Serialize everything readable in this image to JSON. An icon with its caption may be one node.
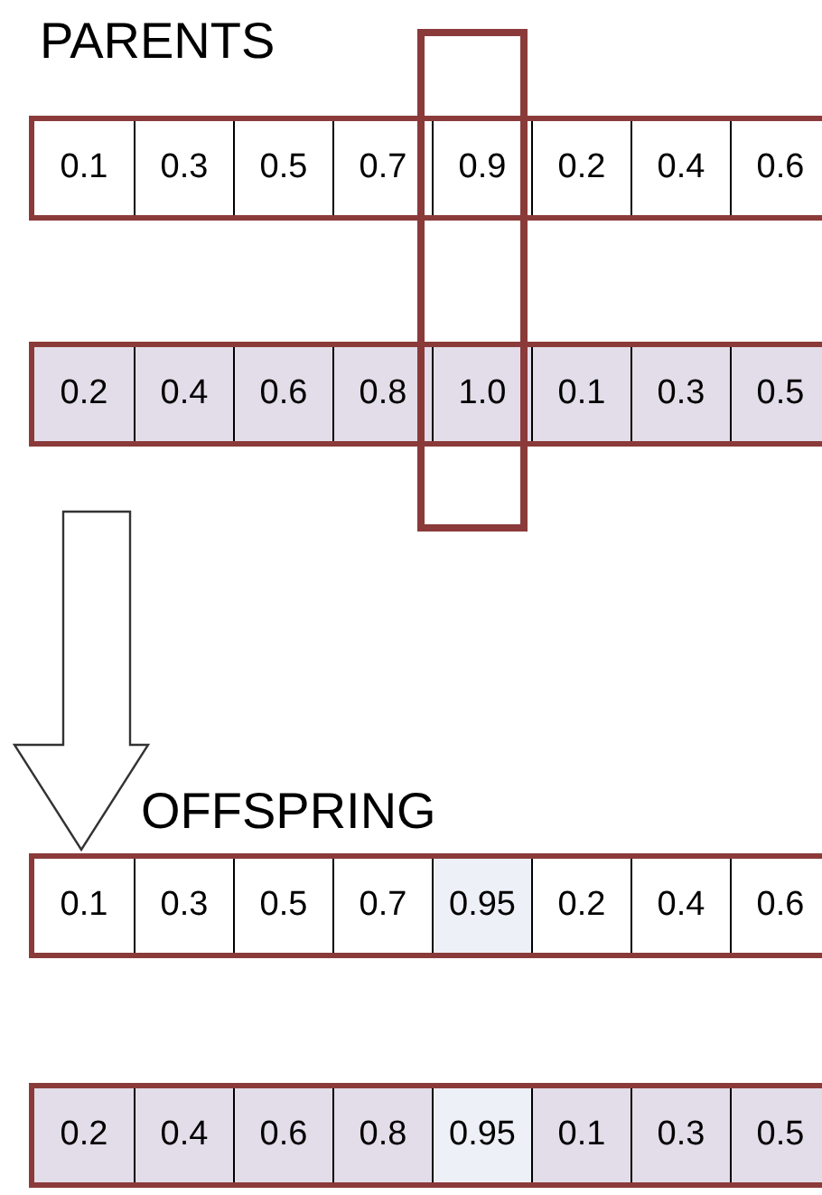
{
  "diagram": {
    "nodes": [
      {
        "text": [
          "0.1",
          "0.3",
          "0.5",
          "0.7",
          "0.9",
          "0.2",
          "0.4",
          "0.6"
        ]
      },
      {
        "text": [
          "0.2",
          "0.4",
          "0.6",
          "0.8",
          "1.0",
          "0.1",
          "0.3",
          "0.5"
        ]
      },
      {
        "text": [
          "0.1",
          "0.3",
          "0.5",
          "0.7",
          "0.95",
          "0.2",
          "0.4",
          "0.6"
        ]
      },
      {
        "text": [
          "0.2",
          "0.4",
          "0.6",
          "0.8",
          "0.95",
          "0.1",
          "0.3",
          "0.5"
        ]
      }
    ],
    "edges": [
      {
        "from": 1,
        "to": 2,
        "arrow": "to"
      }
    ],
    "labels": [
      "PARENTS",
      "OFFSPRING"
    ]
  }
}
